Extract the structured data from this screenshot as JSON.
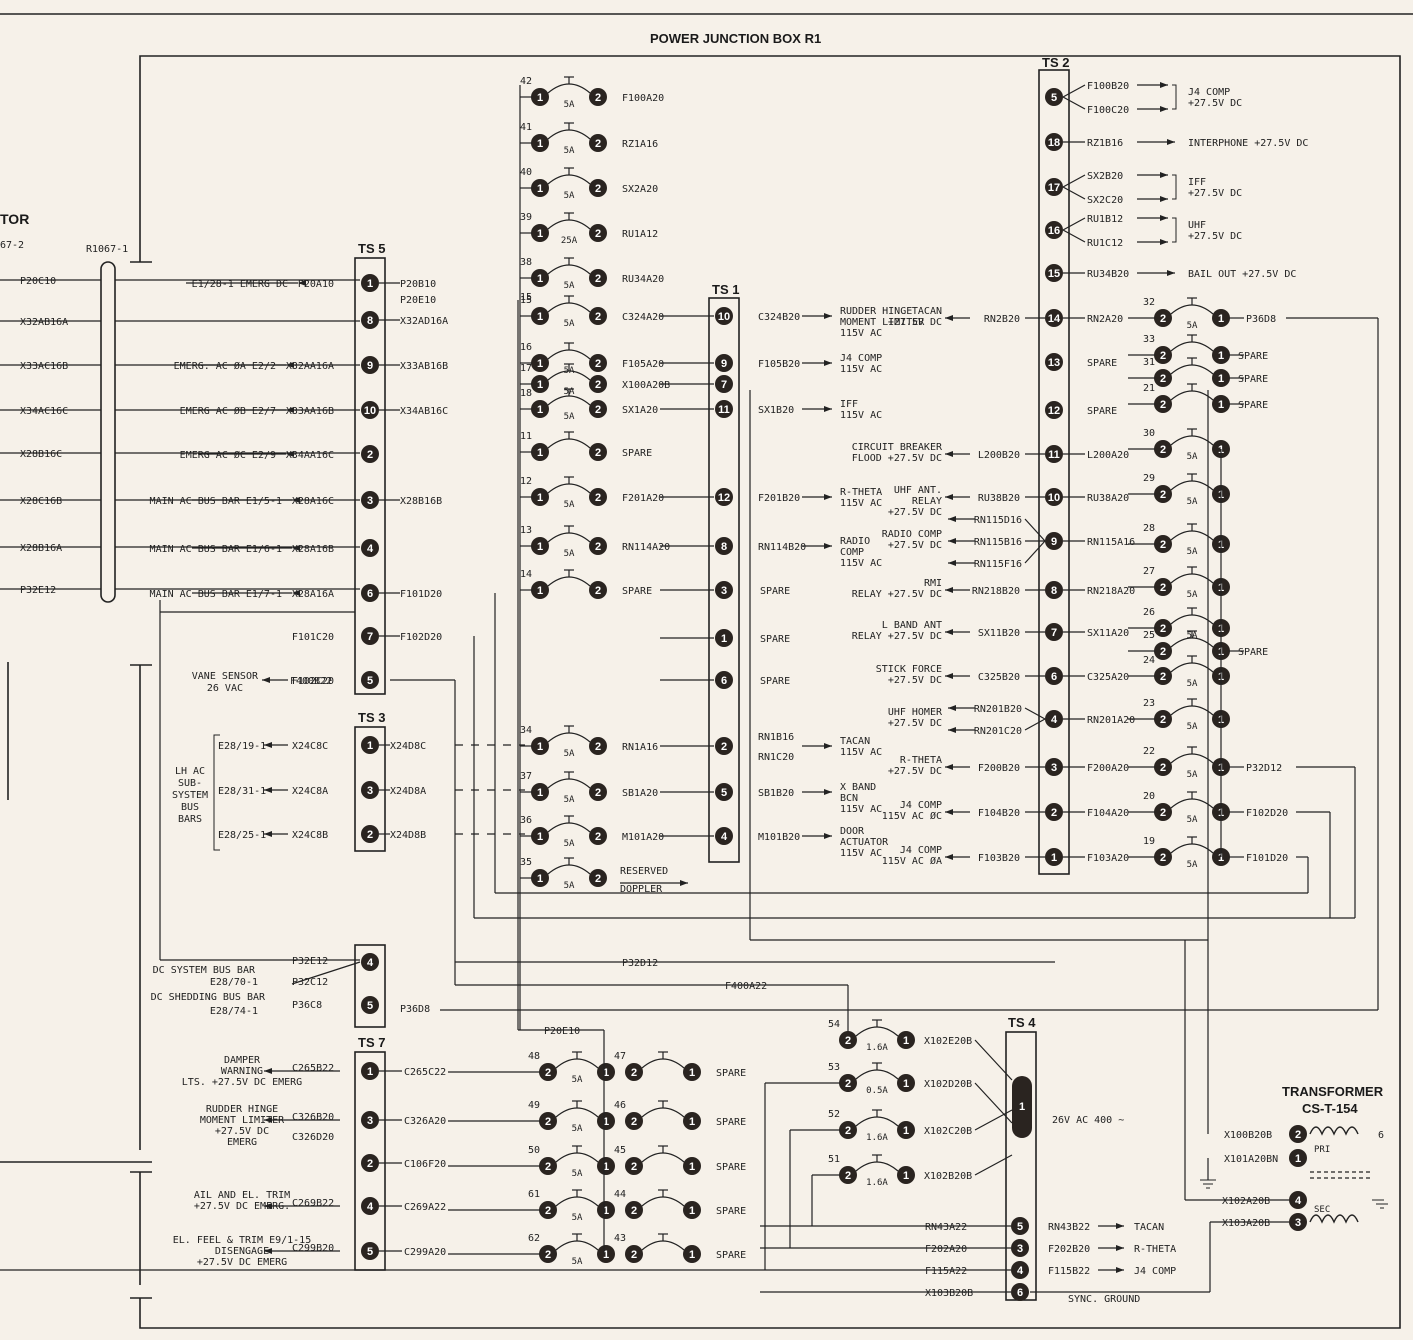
{
  "title": "POWER JUNCTION BOX R1",
  "left_cut": {
    "tor": "TOR",
    "part": "67-2",
    "r1067": "R1067-1"
  },
  "left_wires": [
    "P20C10",
    "X32AB16A",
    "X33AC16B",
    "X34AC16C",
    "X28B16C",
    "X28C16B",
    "X28B16A",
    "P32E12"
  ],
  "blocks": {
    "ts5": "TS 5",
    "ts3": "TS 3",
    "ts7": "TS 7",
    "ts1": "TS 1",
    "ts2": "TS 2",
    "ts4": "TS 4"
  },
  "ts5": {
    "rows": [
      {
        "n": "1",
        "left": "E1/28-1 EMERG DC",
        "lw": "P20A10",
        "rw": "P20B10",
        "rw2": "P20E10"
      },
      {
        "n": "8",
        "left": "",
        "lw": "",
        "rw": "X32AD16A"
      },
      {
        "n": "9",
        "left": "EMERG. AC ØA E2/2",
        "lw": "X32AA16A",
        "rw": "X33AB16B"
      },
      {
        "n": "10",
        "left": "EMERG AC ØB E2/7",
        "lw": "X33AA16B",
        "rw": "X34AB16C"
      },
      {
        "n": "2",
        "left": "EMERG AC ØC E2/9",
        "lw": "X34AA16C",
        "rw": ""
      },
      {
        "n": "3",
        "left": "MAIN AC BUS BAR E1/5-1",
        "lw": "X28A16C",
        "rw": "X28B16B"
      },
      {
        "n": "4",
        "left": "MAIN AC BUS BAR E1/6-1",
        "lw": "X28A16B",
        "rw": ""
      },
      {
        "n": "6",
        "left": "MAIN AC BUS BAR E1/7-1",
        "lw": "X28A16A",
        "rw": "F101D20"
      },
      {
        "n": "7",
        "left": "",
        "lw": "F101C20",
        "rw": "F102D20"
      },
      {
        "n": "5",
        "left": "",
        "lw": "F102C20",
        "rw": ""
      }
    ],
    "vane_a": "VANE SENSOR",
    "vane_b": "26 VAC",
    "vane_w": "F400B22",
    "dc_sys_a": "DC SYSTEM BUS BAR",
    "dc_sys_b": "E28/70-1",
    "dc_shed_a": "DC SHEDDING BUS BAR",
    "dc_shed_b": "E28/74-1",
    "p32e12": "P32E12",
    "p32c12": "P32C12",
    "p36c8": "P36C8",
    "p36d8": "P36D8",
    "n4": "4",
    "n5": "5"
  },
  "ts3": {
    "group_a": "LH AC",
    "group_b": "SUB-",
    "group_c": "SYSTEM",
    "group_d": "BUS",
    "group_e": "BARS",
    "rows": [
      {
        "n": "1",
        "left": "E28/19-1",
        "lw": "X24C8C",
        "rw": "X24D8C"
      },
      {
        "n": "3",
        "left": "E28/31-1",
        "lw": "X24C8A",
        "rw": "X24D8A"
      },
      {
        "n": "2",
        "left": "E28/25-1",
        "lw": "X24C8B",
        "rw": "X24D8B"
      }
    ]
  },
  "ts7": {
    "rows": [
      {
        "n": "1",
        "label": "DAMPER|WARNING|LTS. +27.5V DC EMERG",
        "lw": "C265B22",
        "rw": "C265C22"
      },
      {
        "n": "3",
        "label": "RUDDER HINGE|MOMENT LIMITER|+27.5V DC|EMERG",
        "lw": "C326B20",
        "lw2": "C326D20",
        "rw": "C326A20"
      },
      {
        "n": "2",
        "label": "",
        "lw": "",
        "rw": "C106F20"
      },
      {
        "n": "4",
        "label": "AIL AND EL. TRIM|+27.5V DC EMERG.",
        "lw": "C269B22",
        "rw": "C269A22"
      },
      {
        "n": "5",
        "label": "EL. FEEL & TRIM E9/1-15|DISENGAGE|+27.5V DC EMERG",
        "lw": "C299B20",
        "rw": "C299A20"
      }
    ]
  },
  "breakers_top": [
    {
      "id": "42",
      "amp": "5A",
      "wire": "F100A20"
    },
    {
      "id": "41",
      "amp": "5A",
      "wire": "RZ1A16"
    },
    {
      "id": "40",
      "amp": "5A",
      "wire": "SX2A20"
    },
    {
      "id": "39",
      "amp": "25A",
      "wire": "RU1A12"
    },
    {
      "id": "38",
      "amp": "5A",
      "wire": "RU34A20"
    },
    {
      "id": "15",
      "amp": "5A",
      "wire": "C324A20"
    },
    {
      "id": "16",
      "amp": "5A",
      "wire": "F105A20"
    },
    {
      "id": "17",
      "amp": "5A",
      "wire": "X100A20B"
    },
    {
      "id": "18",
      "amp": "5A",
      "wire": "SX1A20"
    },
    {
      "id": "11",
      "amp": "",
      "wire": "SPARE"
    },
    {
      "id": "12",
      "amp": "5A",
      "wire": "F201A20"
    },
    {
      "id": "13",
      "amp": "5A",
      "wire": "RN114A20"
    },
    {
      "id": "14",
      "amp": "",
      "wire": "SPARE"
    },
    {
      "id": "34",
      "amp": "5A",
      "wire": "RN1A16"
    },
    {
      "id": "37",
      "amp": "5A",
      "wire": "SB1A20"
    },
    {
      "id": "36",
      "amp": "5A",
      "wire": "M101A20"
    },
    {
      "id": "35",
      "amp": "5A",
      "wire": "RESERVED|DOPPLER"
    }
  ],
  "p20e10": "P20E10",
  "f400a22": "F400A22",
  "p32d12": "P32D12",
  "ts1": {
    "rows": [
      {
        "n": "10",
        "wire": "C324B20",
        "text": "RUDDER HINGE|MOMENT LIMITER|115V AC"
      },
      {
        "n": "9",
        "wire": "F105B20",
        "text": "J4 COMP|115V AC"
      },
      {
        "n": "7",
        "wire": "",
        "text": ""
      },
      {
        "n": "11",
        "wire": "SX1B20",
        "text": "IFF|115V AC"
      },
      {
        "n": "12",
        "wire": "F201B20",
        "text": "R-THETA|115V AC"
      },
      {
        "n": "8",
        "wire": "RN114B20",
        "text": "RADIO|COMP|115V AC"
      },
      {
        "n": "3",
        "wire": "",
        "text": "SPARE"
      },
      {
        "n": "1",
        "wire": "",
        "text": "SPARE"
      },
      {
        "n": "6",
        "wire": "",
        "text": "SPARE"
      },
      {
        "n": "2",
        "wire": "RN1B16|RN1C20",
        "text": "TACAN|115V AC"
      },
      {
        "n": "5",
        "wire": "SB1B20",
        "text": "X BAND|BCN|115V AC"
      },
      {
        "n": "4",
        "wire": "M101B20",
        "text": "DOOR|ACTUATOR|115V AC"
      }
    ]
  },
  "ts2": {
    "rows": [
      {
        "n": "5",
        "lw": "",
        "lt": "",
        "rw": "F100B20|F100C20",
        "rt": "J4 COMP|+27.5V DC"
      },
      {
        "n": "18",
        "lw": "",
        "lt": "",
        "rw": "RZ1B16",
        "rt": "INTERPHONE +27.5V DC"
      },
      {
        "n": "17",
        "lw": "",
        "lt": "",
        "rw": "SX2B20|SX2C20",
        "rt": "IFF|+27.5V DC"
      },
      {
        "n": "16",
        "lw": "",
        "lt": "",
        "rw": "RU1B12|RU1C12",
        "rt": "UHF|+27.5V DC"
      },
      {
        "n": "15",
        "lw": "",
        "lt": "",
        "rw": "RU34B20",
        "rt": "BAIL OUT +27.5V DC"
      },
      {
        "n": "14",
        "lw": "RN2B20",
        "lt": "TACAN|+27.5V DC",
        "rw": "RN2A20",
        "rt": ""
      },
      {
        "n": "13",
        "lw": "",
        "lt": "",
        "rw": "",
        "rt": "SPARE"
      },
      {
        "n": "12",
        "lw": "",
        "lt": "",
        "rw": "",
        "rt": "SPARE"
      },
      {
        "n": "11",
        "lw": "L200B20",
        "lt": "CIRCUIT BREAKER|FLOOD +27.5V DC",
        "rw": "L200A20",
        "rt": ""
      },
      {
        "n": "10",
        "lw": "RU38B20",
        "lt": "UHF ANT.|RELAY|+27.5V DC",
        "rw": "RU38A20",
        "rt": ""
      },
      {
        "n": "9",
        "lw": "RN115D16|RN115B16|RN115F16",
        "lt": "RADIO COMP|+27.5V DC",
        "rw": "RN115A16",
        "rt": ""
      },
      {
        "n": "8",
        "lw": "RN218B20",
        "lt": "RMI|RELAY +27.5V DC",
        "rw": "RN218A20",
        "rt": ""
      },
      {
        "n": "7",
        "lw": "SX11B20",
        "lt": "L BAND ANT|RELAY +27.5V DC",
        "rw": "SX11A20",
        "rt": ""
      },
      {
        "n": "6",
        "lw": "C325B20",
        "lt": "STICK FORCE|+27.5V DC",
        "rw": "C325A20",
        "rt": ""
      },
      {
        "n": "4",
        "lw": "RN201B20|RN201C20",
        "lt": "UHF HOMER|+27.5V DC",
        "rw": "RN201A20",
        "rt": ""
      },
      {
        "n": "3",
        "lw": "F200B20",
        "lt": "R-THETA|+27.5V DC",
        "rw": "F200A20",
        "rt": ""
      },
      {
        "n": "2",
        "lw": "F104B20",
        "lt": "J4 COMP|115V AC ØC",
        "rw": "F104A20",
        "rt": ""
      },
      {
        "n": "1",
        "lw": "F103B20",
        "lt": "J4 COMP|115V AC ØA",
        "rw": "F103A20",
        "rt": ""
      }
    ]
  },
  "right_breakers": [
    {
      "id": "32",
      "amp": "5A",
      "out": "P36D8"
    },
    {
      "id": "33",
      "amp": "",
      "out": "SPARE"
    },
    {
      "id": "31",
      "amp": "",
      "out": "SPARE"
    },
    {
      "id": "21",
      "amp": "",
      "out": "SPARE"
    },
    {
      "id": "30",
      "amp": "5A",
      "out": ""
    },
    {
      "id": "29",
      "amp": "5A",
      "out": ""
    },
    {
      "id": "28",
      "amp": "5A",
      "out": ""
    },
    {
      "id": "27",
      "amp": "5A",
      "out": ""
    },
    {
      "id": "26",
      "amp": "5A",
      "out": ""
    },
    {
      "id": "25",
      "amp": "",
      "out": "SPARE"
    },
    {
      "id": "24",
      "amp": "5A",
      "out": ""
    },
    {
      "id": "23",
      "amp": "5A",
      "out": ""
    },
    {
      "id": "22",
      "amp": "5A",
      "out": "P32D12"
    },
    {
      "id": "20",
      "amp": "5A",
      "out": "F102D20"
    },
    {
      "id": "19",
      "amp": "5A",
      "out": "F101D20"
    }
  ],
  "bottom_breakers": [
    {
      "id": "48",
      "amp": "5A",
      "spare_id": "47",
      "spare": "SPARE"
    },
    {
      "id": "49",
      "amp": "5A",
      "spare_id": "46",
      "spare": "SPARE"
    },
    {
      "id": "50",
      "amp": "5A",
      "spare_id": "45",
      "spare": "SPARE"
    },
    {
      "id": "61",
      "amp": "5A",
      "spare_id": "44",
      "spare": "SPARE"
    },
    {
      "id": "62",
      "amp": "5A",
      "spare_id": "43",
      "spare": "SPARE"
    }
  ],
  "ts4": {
    "breakers": [
      {
        "id": "54",
        "amp": "1.6A",
        "wire": "X102E20B"
      },
      {
        "id": "53",
        "amp": "0.5A",
        "wire": "X102D20B"
      },
      {
        "id": "52",
        "amp": "1.6A",
        "wire": "X102C20B"
      },
      {
        "id": "51",
        "amp": "1.6A",
        "wire": "X102B20B"
      }
    ],
    "bus": "26V AC 400 ~",
    "rows": [
      {
        "n": "5",
        "lw": "RN43A22",
        "rw": "RN43B22",
        "rt": "TACAN"
      },
      {
        "n": "3",
        "lw": "F202A20",
        "rw": "F202B20",
        "rt": "R-THETA"
      },
      {
        "n": "4",
        "lw": "F115A22",
        "rw": "F115B22",
        "rt": "J4 COMP"
      },
      {
        "n": "6",
        "lw": "X103B20B",
        "rw": "",
        "rt": "SYNC. GROUND"
      }
    ]
  },
  "transformer": {
    "title": "TRANSFORMER",
    "part": "CS-T-154",
    "w1": "X100B20B",
    "w2": "X101A20BN",
    "w3": "X102A20B",
    "w4": "X103A20B",
    "prt": "PRI",
    "sec": "SEC",
    "six": "6"
  }
}
